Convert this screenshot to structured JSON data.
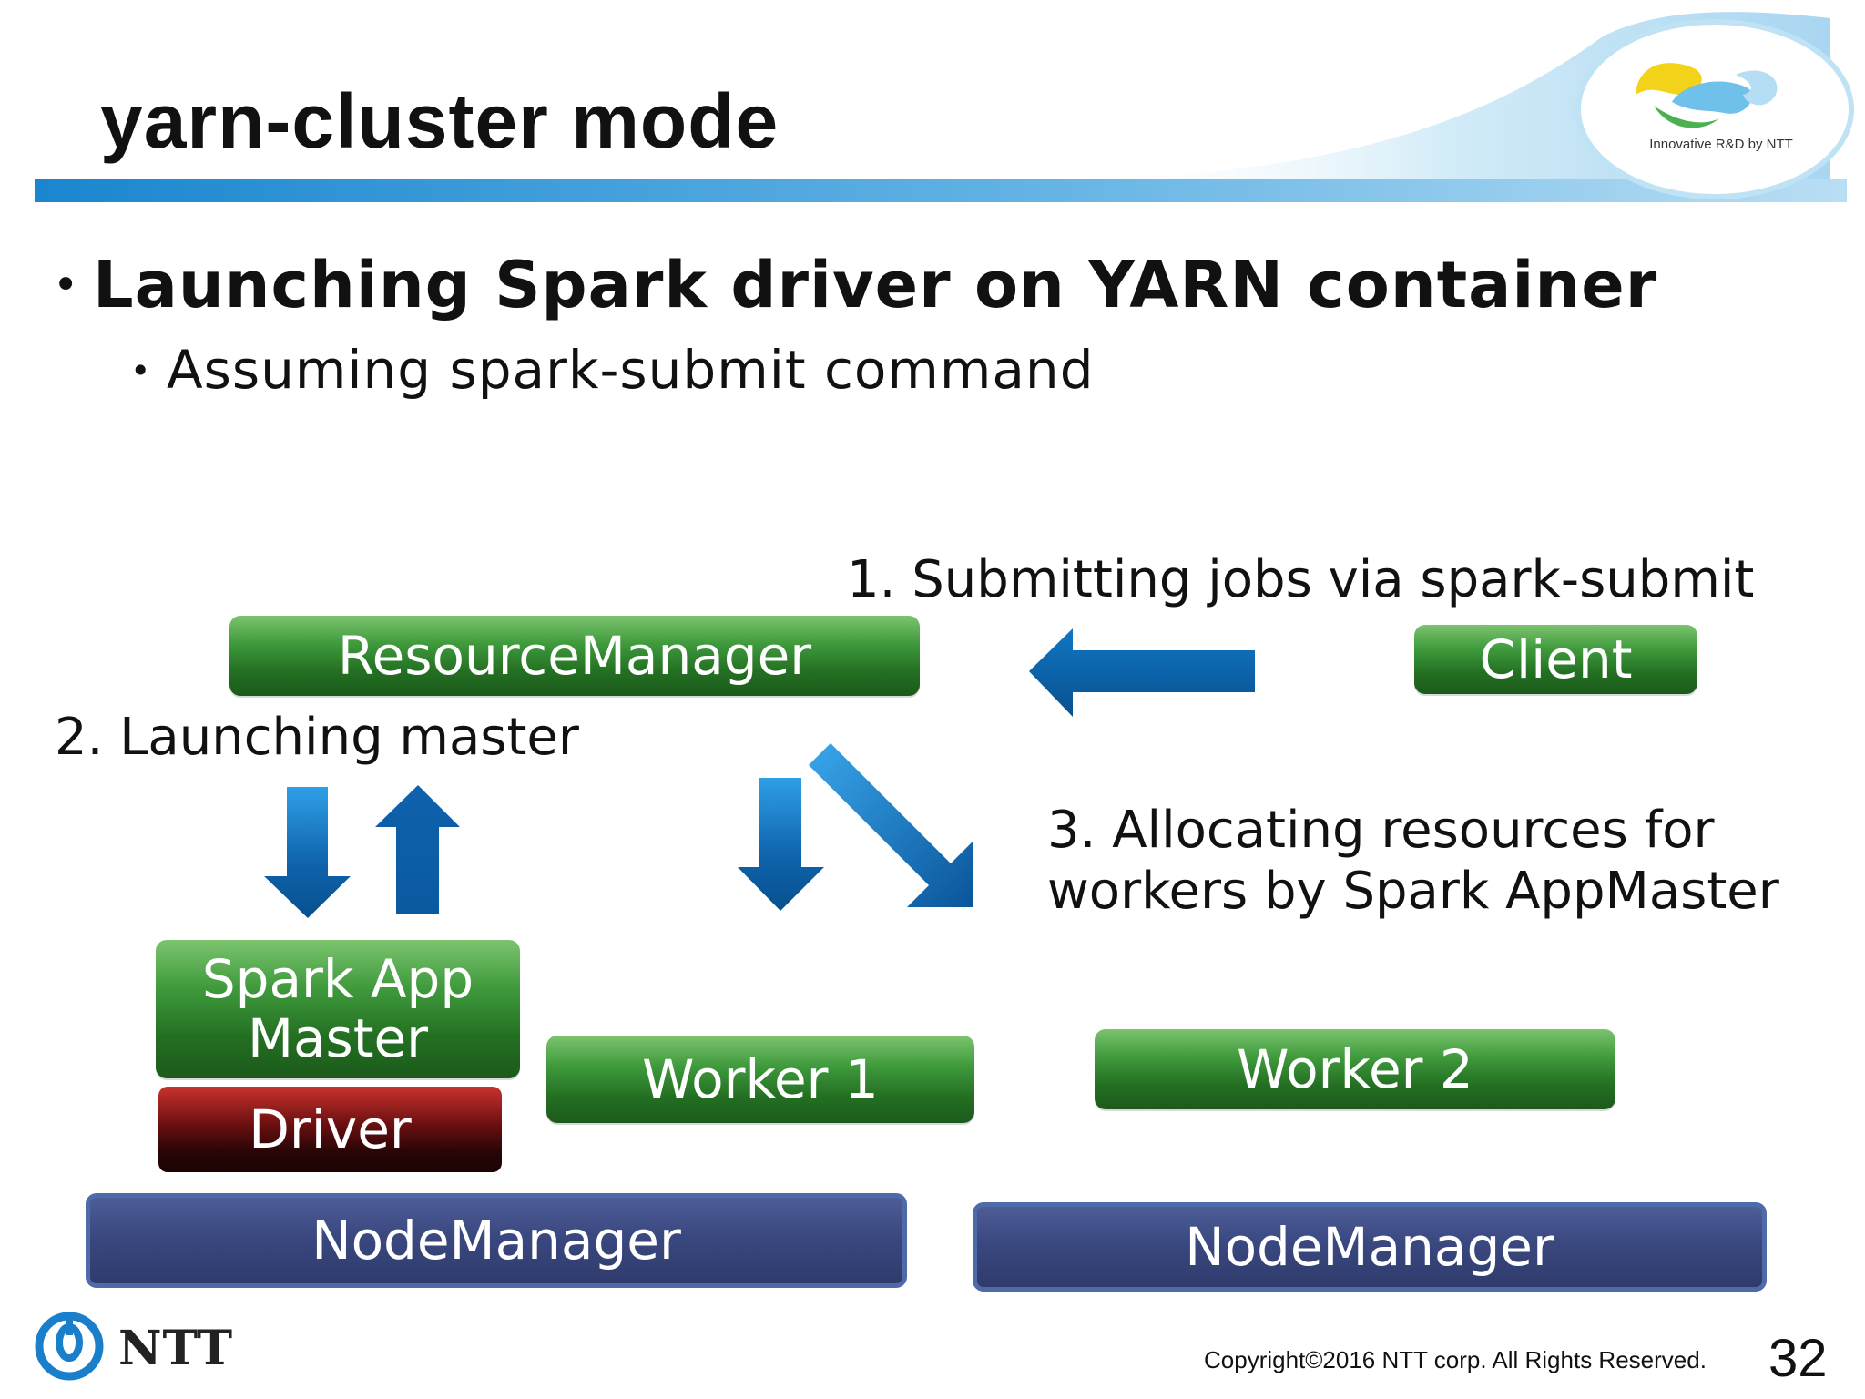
{
  "header": {
    "title": "yarn-cluster mode",
    "logo_tagline": "Innovative R&D by NTT"
  },
  "bullets": {
    "main": "Launching Spark driver on YARN container",
    "sub": "Assuming spark-submit command",
    "marker": "•"
  },
  "steps": {
    "step1": "1. Submitting jobs via spark-submit",
    "step2": "2. Launching master",
    "step3_line1": "3. Allocating resources for",
    "step3_line2": "workers by Spark AppMaster"
  },
  "boxes": {
    "resourcemanager": "ResourceManager",
    "client": "Client",
    "spark_app_master_line1": "Spark App",
    "spark_app_master_line2": "Master",
    "driver": "Driver",
    "worker1": "Worker 1",
    "worker2": "Worker 2",
    "nodemanager1": "NodeManager",
    "nodemanager2": "NodeManager"
  },
  "footer": {
    "company": "NTT",
    "copyright": "Copyright©2016  NTT corp. All Rights Reserved.",
    "page_number": "32"
  },
  "colors": {
    "box_green": "#2f7f2d",
    "box_driver": "#5a0c0d",
    "box_nodemanager": "#3a4880",
    "arrow_blue": "#0b5fa8",
    "header_band": "#1e8fd6"
  },
  "icons": {
    "brand_logo": "ntt-rd-swirl-logo",
    "company_logo": "ntt-ring-logo"
  }
}
